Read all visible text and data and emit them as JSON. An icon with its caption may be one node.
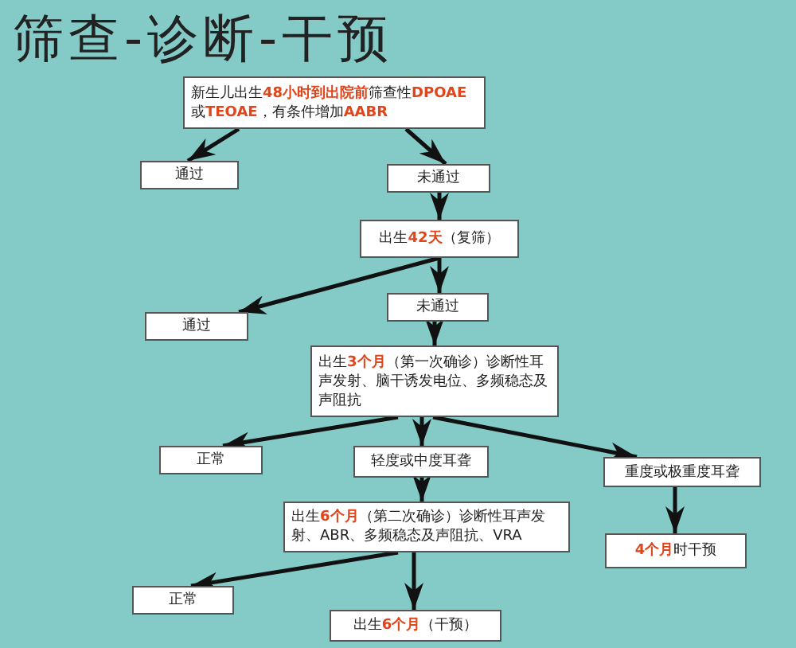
{
  "diagram": {
    "title": "筛查-诊断-干预",
    "nodes": [
      {
        "text": [
          "新生儿出生**48小时到出院前**筛查性**DPOAE**或**TEOAE**，有条件增加**AABR**"
        ]
      },
      {
        "text": [
          "通过"
        ]
      },
      {
        "text": [
          "未通过"
        ]
      },
      {
        "text": [
          "出生**42天**（复筛）"
        ]
      },
      {
        "text": [
          "通过"
        ]
      },
      {
        "text": [
          "未通过"
        ]
      },
      {
        "text": [
          "出生**3个月**（第一次确诊）诊断性耳声发射、脑干诱发电位、多频稳态及声阻抗"
        ]
      },
      {
        "text": [
          "正常"
        ]
      },
      {
        "text": [
          "轻度或中度耳聋"
        ]
      },
      {
        "text": [
          "重度或极重度耳聋"
        ]
      },
      {
        "text": [
          "出生**6个月**（第二次确诊）诊断性耳声发射、ABR、多频稳态及声阻抗、VRA"
        ]
      },
      {
        "text": [
          "**4个月**时干预"
        ]
      },
      {
        "text": [
          "正常"
        ]
      },
      {
        "text": [
          "出生**6个月**（干预）"
        ]
      }
    ],
    "edges": [
      {
        "from": 0,
        "to": 1,
        "arrow": "to"
      },
      {
        "from": 0,
        "to": 2,
        "arrow": "to"
      },
      {
        "from": 2,
        "to": 3,
        "arrow": "to"
      },
      {
        "from": 3,
        "to": 4,
        "arrow": "to"
      },
      {
        "from": 3,
        "to": 5,
        "arrow": "to"
      },
      {
        "from": 5,
        "to": 6,
        "arrow": "to"
      },
      {
        "from": 6,
        "to": 7,
        "arrow": "to"
      },
      {
        "from": 6,
        "to": 8,
        "arrow": "to"
      },
      {
        "from": 6,
        "to": 9,
        "arrow": "to"
      },
      {
        "from": 9,
        "to": 11,
        "arrow": "to"
      },
      {
        "from": 8,
        "to": 10,
        "arrow": "to"
      },
      {
        "from": 10,
        "to": 12,
        "arrow": "to"
      },
      {
        "from": 10,
        "to": 13,
        "arrow": "to"
      }
    ]
  }
}
